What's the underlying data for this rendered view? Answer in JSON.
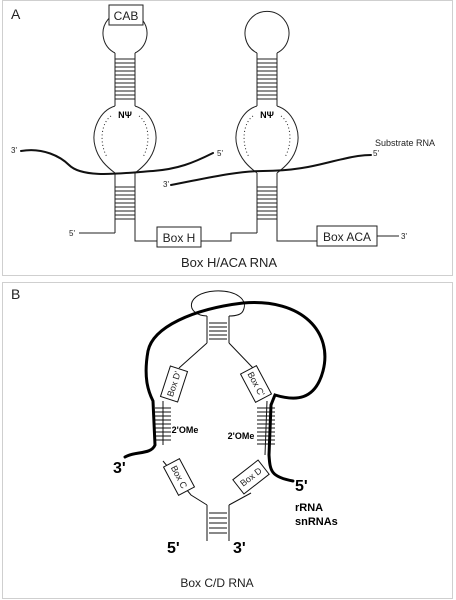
{
  "panel_a": {
    "letter": "A",
    "cab": "CAB",
    "pocket_label_1": "NΨ",
    "pocket_label_2": "NΨ",
    "substrate_label": "Substrate RNA",
    "box_h": "Box H",
    "box_aca": "Box ACA",
    "title": "Box H/ACA RNA",
    "ends": {
      "left_3": "3'",
      "left_5": "5'",
      "mid_5": "5'",
      "mid_3": "3'",
      "right_5": "5'",
      "end_3": "3'"
    }
  },
  "panel_b": {
    "letter": "B",
    "box_d_prime": "Box D'",
    "box_c_prime": "Box C'",
    "box_c": "Box C",
    "box_d": "Box D",
    "methyl_left": "2'OMe",
    "methyl_right": "2'OMe",
    "end_3_left": "3'",
    "end_5_right": "5'",
    "rrna": "rRNA",
    "snrnas": "snRNAs",
    "end_5_bottom": "5'",
    "end_3_bottom": "3'",
    "title": "Box C/D RNA"
  }
}
